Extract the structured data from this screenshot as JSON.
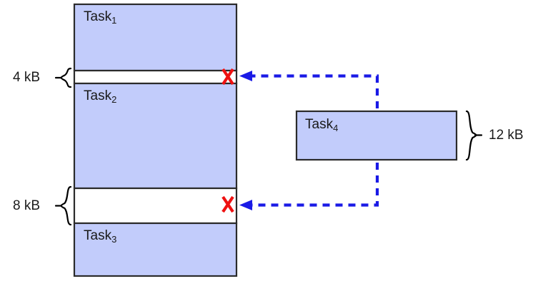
{
  "diagram": {
    "title": "memory-allocation-fragmentation",
    "colors": {
      "block_fill": "#c2ccfb",
      "block_stroke": "#2b2b2b",
      "free_fill": "#ffffff",
      "arrow": "#1a1ae6",
      "reject_mark": "#ee1111",
      "text": "#1a1a1a",
      "brace": "#000000"
    },
    "memory": {
      "blocks": [
        {
          "name": "Task",
          "sub": "1",
          "state": "allocated"
        },
        {
          "name": "Task",
          "sub": "2",
          "state": "allocated"
        },
        {
          "name": "Task",
          "sub": "3",
          "state": "allocated"
        }
      ],
      "free_holes": [
        {
          "size_label": "4 kB",
          "marker": "X"
        },
        {
          "size_label": "8 kB",
          "marker": "X"
        }
      ]
    },
    "incoming": {
      "name": "Task",
      "sub": "4",
      "size_label": "12 kB"
    }
  }
}
